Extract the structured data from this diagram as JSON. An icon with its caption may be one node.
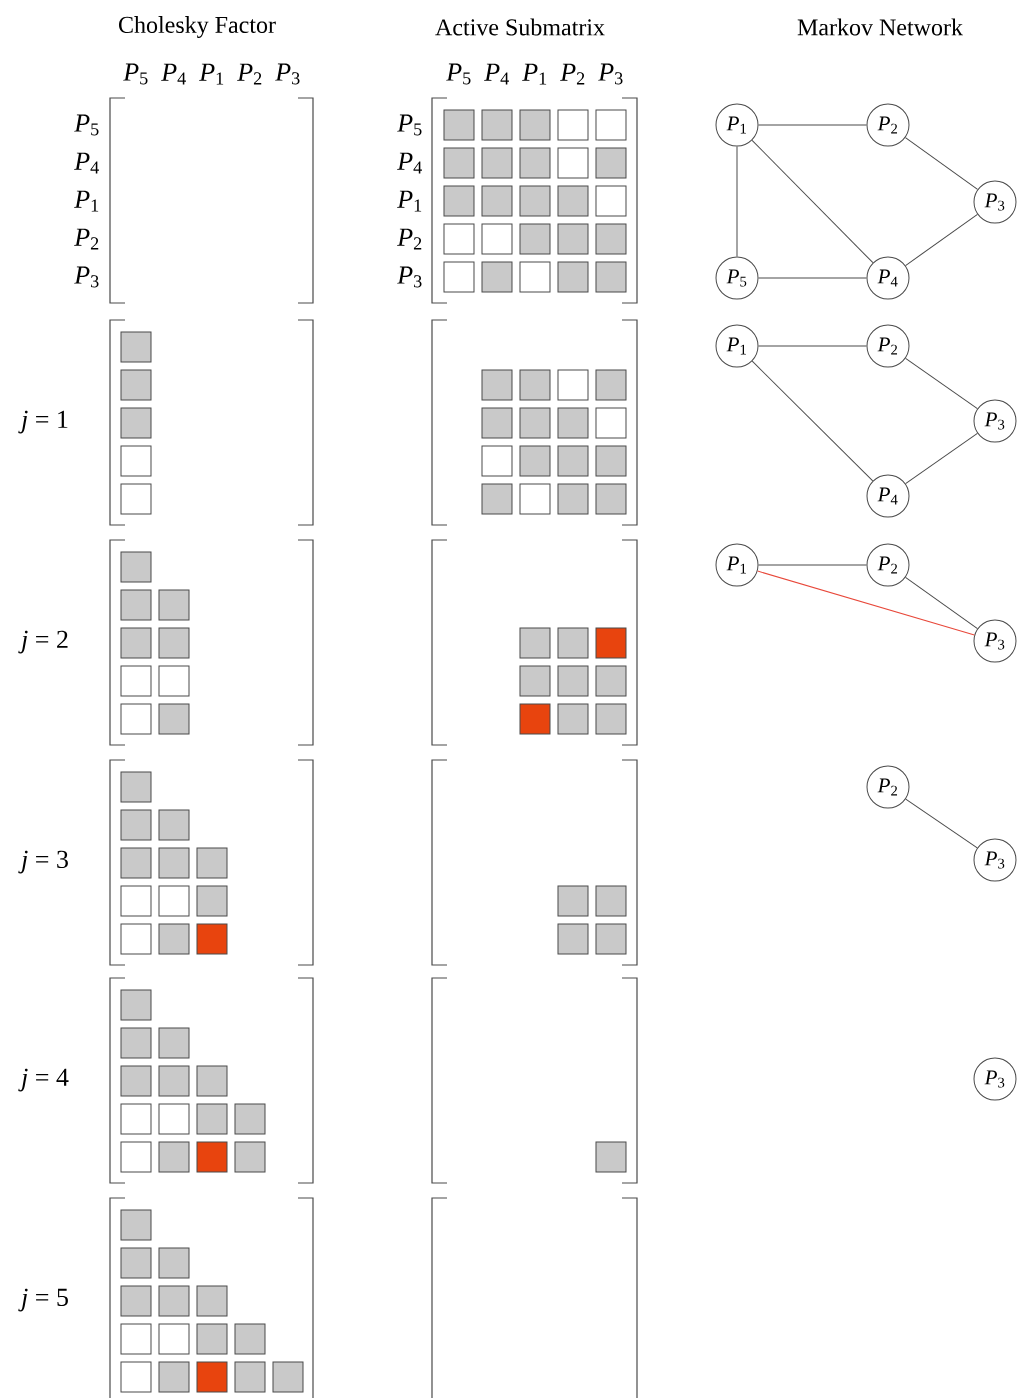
{
  "diagram": {
    "nodes": [
      {
        "text": [
          "*P*$_{1}$"
        ]
      },
      {
        "text": [
          "*P*$_{2}$"
        ]
      },
      {
        "text": [
          "*P*$_{3}$"
        ]
      },
      {
        "text": [
          "*P*$_{5}$"
        ]
      },
      {
        "text": [
          "*P*$_{4}$"
        ]
      },
      {
        "text": [
          "*P*$_{1}$"
        ]
      },
      {
        "text": [
          "*P*$_{2}$"
        ]
      },
      {
        "text": [
          "*P*$_{3}$"
        ]
      },
      {
        "text": [
          "*P*$_{4}$"
        ]
      },
      {
        "text": [
          "*P*$_{1}$"
        ]
      },
      {
        "text": [
          "*P*$_{2}$"
        ]
      },
      {
        "text": [
          "*P*$_{3}$"
        ]
      },
      {
        "text": [
          "*P*$_{2}$"
        ]
      },
      {
        "text": [
          "*P*$_{3}$"
        ]
      },
      {
        "text": [
          "*P*$_{3}$"
        ]
      }
    ],
    "edges": [
      {
        "from": 0,
        "to": 1,
        "arrow": "none"
      },
      {
        "from": 0,
        "to": 3,
        "arrow": "none"
      },
      {
        "from": 0,
        "to": 4,
        "arrow": "none"
      },
      {
        "from": 1,
        "to": 2,
        "arrow": "none"
      },
      {
        "from": 2,
        "to": 4,
        "arrow": "none"
      },
      {
        "from": 3,
        "to": 4,
        "arrow": "none"
      },
      {
        "from": 5,
        "to": 6,
        "arrow": "none"
      },
      {
        "from": 6,
        "to": 7,
        "arrow": "none"
      },
      {
        "from": 5,
        "to": 8,
        "arrow": "none"
      },
      {
        "from": 7,
        "to": 8,
        "arrow": "none"
      },
      {
        "from": 9,
        "to": 10,
        "arrow": "none"
      },
      {
        "from": 10,
        "to": 11,
        "arrow": "none"
      },
      {
        "from": 9,
        "to": 11,
        "arrow": "none",
        "color": "#e8483a"
      },
      {
        "from": 12,
        "to": 13,
        "arrow": "none"
      }
    ],
    "labels": [
      "Cholesky Factor",
      "Active Submatrix",
      "Markov Network",
      "*P*$_{5}$",
      "*P*$_{4}$",
      "*P*$_{1}$",
      "*P*$_{2}$",
      "*P*$_{3}$",
      "*P*$_{5}$",
      "*P*$_{4}$",
      "*P*$_{1}$",
      "*P*$_{2}$",
      "*P*$_{3}$",
      "*P*$_{5}$",
      "*P*$_{5}$",
      "*P*$_{4}$",
      "*P*$_{4}$",
      "*P*$_{1}$",
      "*P*$_{1}$",
      "*P*$_{2}$",
      "*P*$_{2}$",
      "*P*$_{3}$",
      "*P*$_{3}$",
      "*j* = 1",
      "*j* = 2",
      "*j* = 3",
      "*j* = 4",
      "*j* = 5"
    ]
  }
}
